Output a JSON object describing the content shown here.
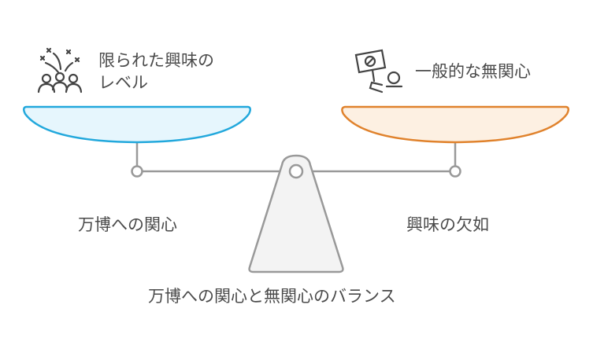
{
  "left_pan": {
    "title_line1": "限られた興味の",
    "title_line2": "レベル",
    "label": "万博への関心",
    "color": "#22a8dc",
    "fill": "#e6f6fd"
  },
  "right_pan": {
    "title": "一般的な無関心",
    "label": "興味の欠如",
    "color": "#e0822c",
    "fill": "#fdf0e2"
  },
  "caption": "万博への関心と無関心のバランス"
}
